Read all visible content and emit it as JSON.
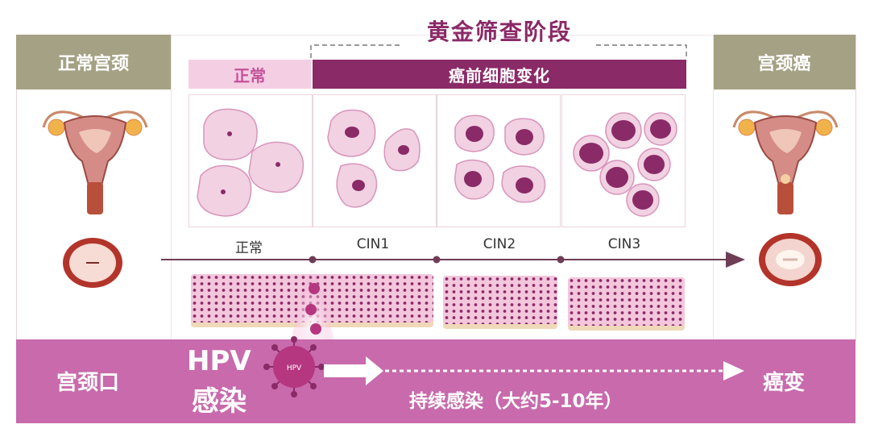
{
  "header": {
    "golden_title": "黄金筛查阶段",
    "normal_tab": "正常",
    "precancer_tab": "癌前细胞变化"
  },
  "left_panel": {
    "title": "正常宫颈"
  },
  "right_panel": {
    "title": "宫颈癌"
  },
  "stages": [
    {
      "label": "正常"
    },
    {
      "label": "CIN1"
    },
    {
      "label": "CIN2"
    },
    {
      "label": "CIN3"
    }
  ],
  "band": {
    "left_label": "宫颈口",
    "hpv_line1": "HPV",
    "hpv_line2": "感染",
    "virus_label": "HPV",
    "progress_label": "持续感染（大约5-10年）",
    "right_label": "癌变"
  },
  "colors": {
    "dark_purple": "#8a2a67",
    "light_pink": "#f4cfe4",
    "band_pink": "#c86aac",
    "gray_header": "#a5a184",
    "line": "#6e3d55"
  }
}
